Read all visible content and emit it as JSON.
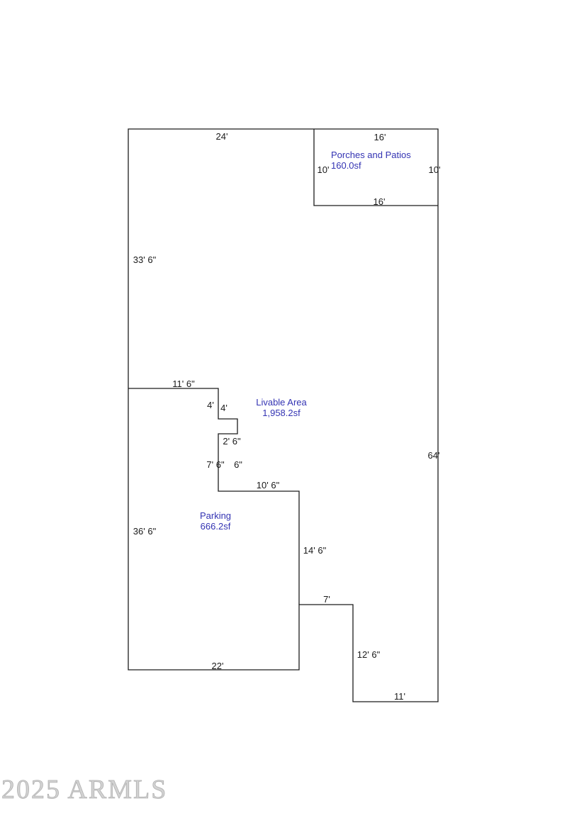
{
  "plan": {
    "colors": {
      "line": "#1c1c1c",
      "dimension_text": "#1a1a1a",
      "area_label_text": "#3333b3",
      "background": "#ffffff",
      "watermark": "#d2d2d2"
    },
    "areas": {
      "porch": {
        "name": "Porches and Patios",
        "sqft": "160.0sf"
      },
      "livable": {
        "name": "Livable Area",
        "sqft": "1,958.2sf"
      },
      "parking": {
        "name": "Parking",
        "sqft": "666.2sf"
      }
    },
    "dims": {
      "top_main": "24'",
      "porch_top": "16'",
      "porch_left": "10'",
      "porch_right": "10'",
      "porch_bottom": "16'",
      "left_upper": "33' 6\"",
      "notch_top": "11' 6\"",
      "notch_4a": "4'",
      "notch_4b": "4'",
      "notch_2_6": "2' 6\"",
      "notch_7_6": "7' 6\"",
      "notch_6": "6\"",
      "notch_10_6": "10' 6\"",
      "right_main": "64'",
      "left_lower": "36' 6\"",
      "parking_right": "14' 6\"",
      "step_7": "7'",
      "step_12_6": "12' 6\"",
      "bottom_right": "11'",
      "bottom_parking": "22'"
    }
  },
  "watermark": {
    "text": "2025 ARMLS"
  }
}
